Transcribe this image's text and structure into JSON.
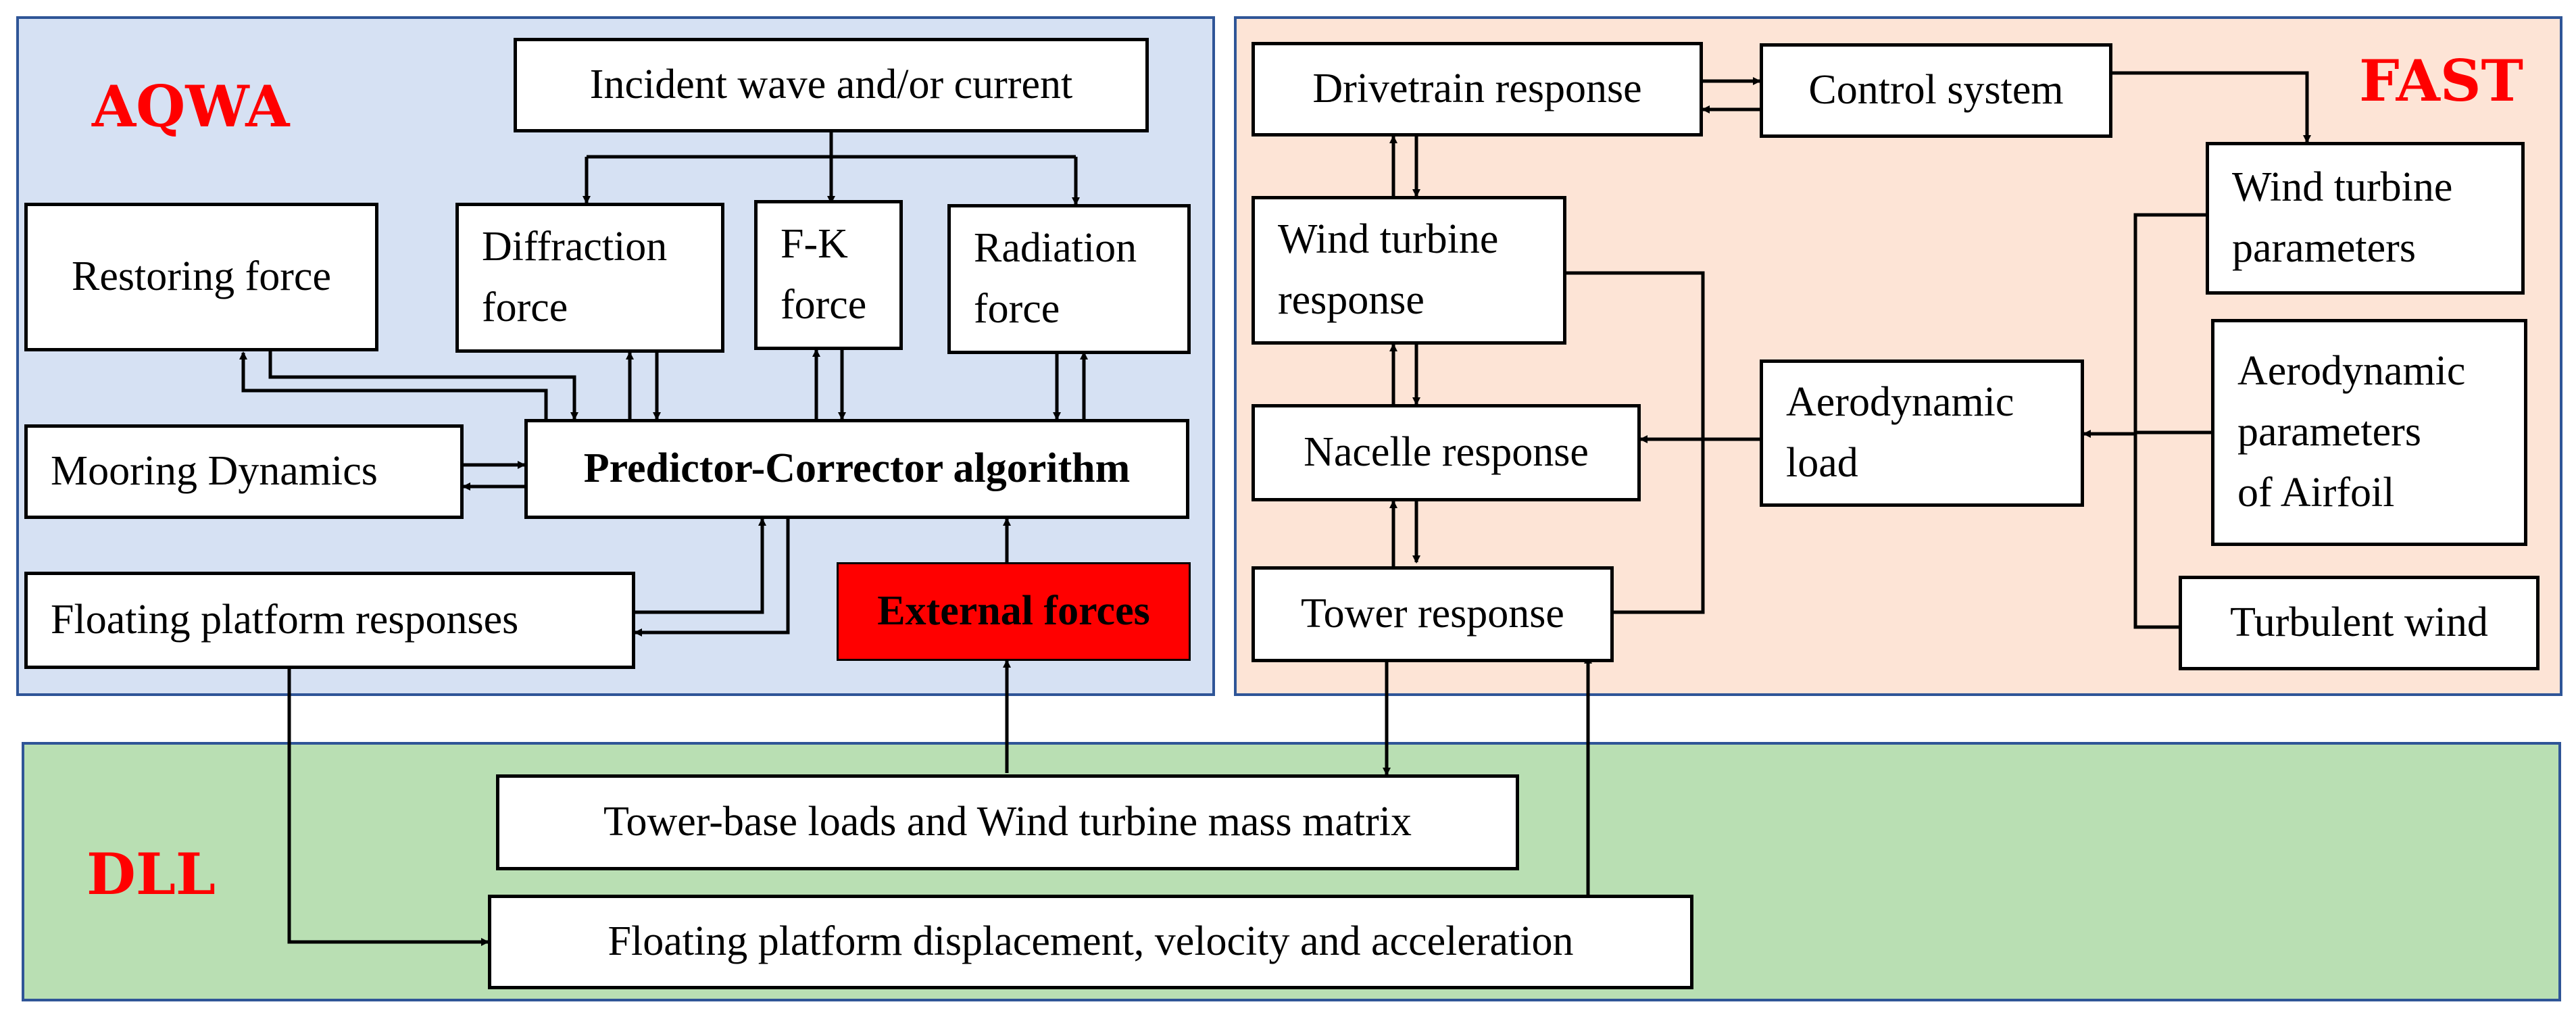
{
  "colors": {
    "aqwa_bg": "#d6e1f3",
    "fast_bg": "#fde4d6",
    "dll_bg": "#b9dfb3",
    "panel_border": "#2f5597",
    "title_red": "#ff0000",
    "external_forces_fill": "#ff0000",
    "line": "#000000"
  },
  "panels": {
    "aqwa": {
      "title": "AQWA"
    },
    "fast": {
      "title": "FAST"
    },
    "dll": {
      "title": "DLL"
    }
  },
  "boxes": {
    "incident_wave": "Incident wave and/or current",
    "restoring_force": "Restoring force",
    "diffraction_force": "Diffraction\nforce",
    "fk_force": "F-K\nforce",
    "radiation_force": "Radiation\nforce",
    "mooring_dynamics": "Mooring Dynamics",
    "predictor_corrector": "Predictor-Corrector algorithm",
    "floating_platform_responses": "Floating platform responses",
    "external_forces": "External forces",
    "drivetrain_response": "Drivetrain response",
    "control_system": "Control system",
    "wind_turbine_parameters": "Wind turbine\nparameters",
    "wind_turbine_response": "Wind turbine\nresponse",
    "aerodynamic_parameters": "Aerodynamic\nparameters\nof Airfoil",
    "aerodynamic_load": "Aerodynamic\nload",
    "nacelle_response": "Nacelle response",
    "tower_response": "Tower response",
    "turbulent_wind": "Turbulent wind",
    "tower_base_loads": "Tower-base loads and Wind turbine mass matrix",
    "platform_displacement": "Floating platform displacement, velocity and acceleration"
  }
}
